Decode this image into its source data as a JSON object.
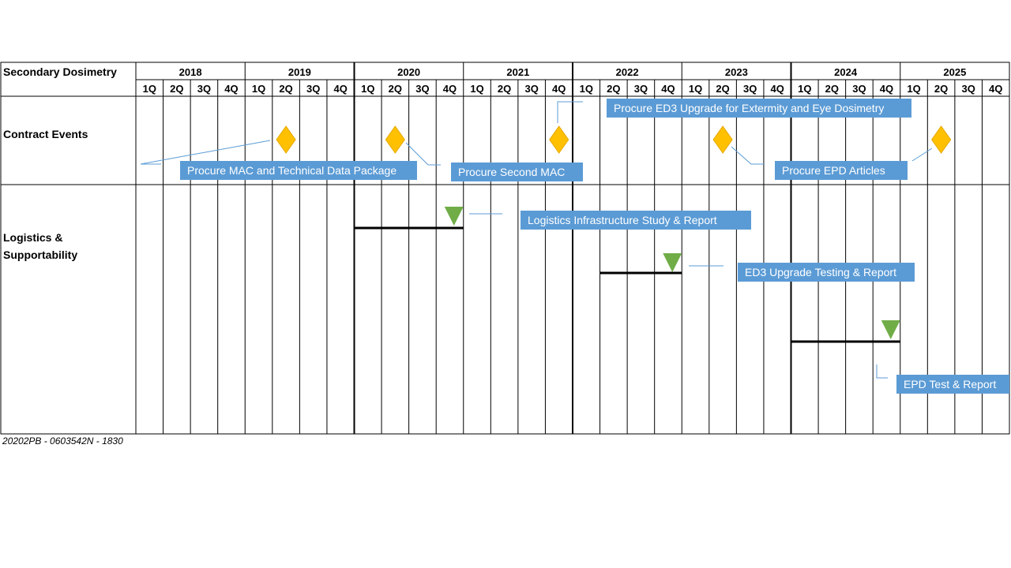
{
  "chart_title": "Secondary Dosimetry",
  "years": [
    "2018",
    "2019",
    "2020",
    "2021",
    "2022",
    "2023",
    "2024",
    "2025"
  ],
  "quarters": [
    "1Q",
    "2Q",
    "3Q",
    "4Q"
  ],
  "rows": [
    {
      "id": "contract-events",
      "label_lines": [
        "Contract Events"
      ]
    },
    {
      "id": "logistics",
      "label_lines": [
        "Logistics &",
        "Supportability"
      ]
    }
  ],
  "colors": {
    "milestone_diamond": "#FFC000",
    "diamond_stroke": "#E6A800",
    "test_triangle": "#70AD47",
    "event_box": "#5B9BD5",
    "box_text": "#FFFFFF",
    "grid": "#000000"
  },
  "contract_events": [
    {
      "name": "Procure MAC and Technical Data Package",
      "year": 2019,
      "quarter": "2Q"
    },
    {
      "name": "Procure Second MAC",
      "year": 2020,
      "quarter": "2Q"
    },
    {
      "name": "Procure ED3 Upgrade for Extermity and Eye Dosimetry",
      "year": 2021,
      "quarter": "4Q"
    },
    {
      "name": "Procure EPD Articles",
      "year": 2023,
      "quarter": "2Q"
    },
    {
      "name": "",
      "year": 2025,
      "quarter": "2Q"
    }
  ],
  "logistics_events": [
    {
      "name": "Logistics Infrastructure Study & Report",
      "start": "2020 1Q",
      "end": "2020 4Q"
    },
    {
      "name": "ED3 Upgrade Testing & Report",
      "start": "2022 2Q",
      "end": "2022 4Q"
    },
    {
      "name": "EPD  Test & Report",
      "start": "2024 1Q",
      "end": "2024 4Q"
    }
  ],
  "footer": "20202PB - 0603542N - 1830"
}
